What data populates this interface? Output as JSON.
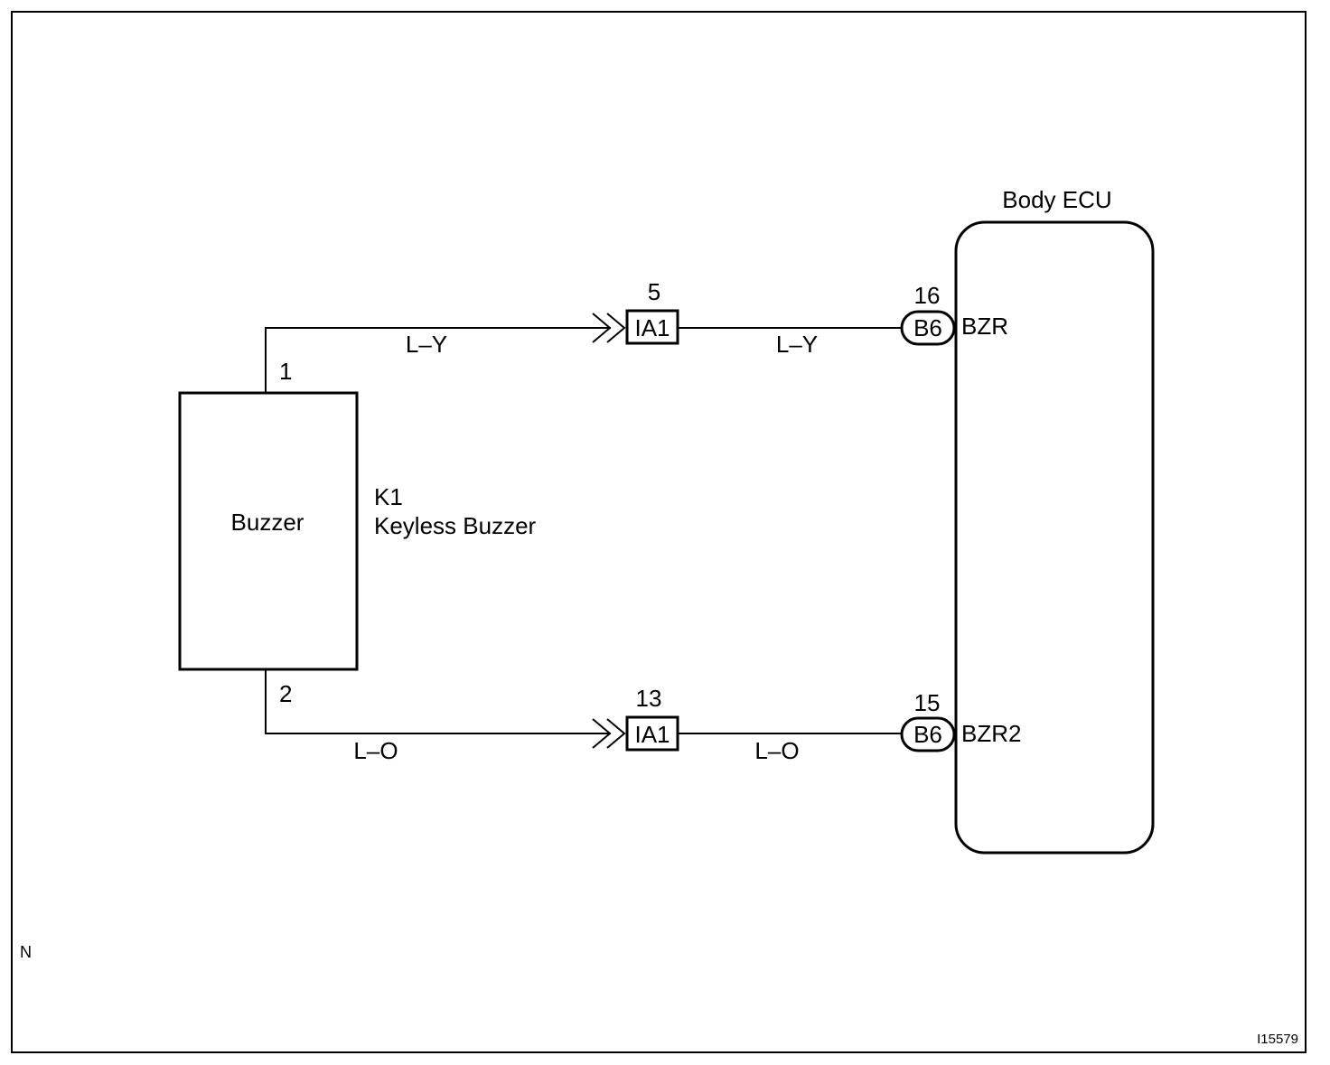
{
  "diagram": {
    "ecu": {
      "title": "Body ECU",
      "pins": [
        {
          "connector": "B6",
          "pin": "16",
          "name": "BZR"
        },
        {
          "connector": "B6",
          "pin": "15",
          "name": "BZR2"
        }
      ]
    },
    "buzzer": {
      "label": "Buzzer",
      "code": "K1",
      "name": "Keyless Buzzer",
      "terminals": [
        "1",
        "2"
      ]
    },
    "junctions": [
      {
        "connector": "IA1",
        "pin": "5"
      },
      {
        "connector": "IA1",
        "pin": "13"
      }
    ],
    "wires": [
      {
        "left_color": "L–Y",
        "right_color": "L–Y"
      },
      {
        "left_color": "L–O",
        "right_color": "L–O"
      }
    ],
    "corner_mark": "N",
    "figure_id": "I15579"
  }
}
